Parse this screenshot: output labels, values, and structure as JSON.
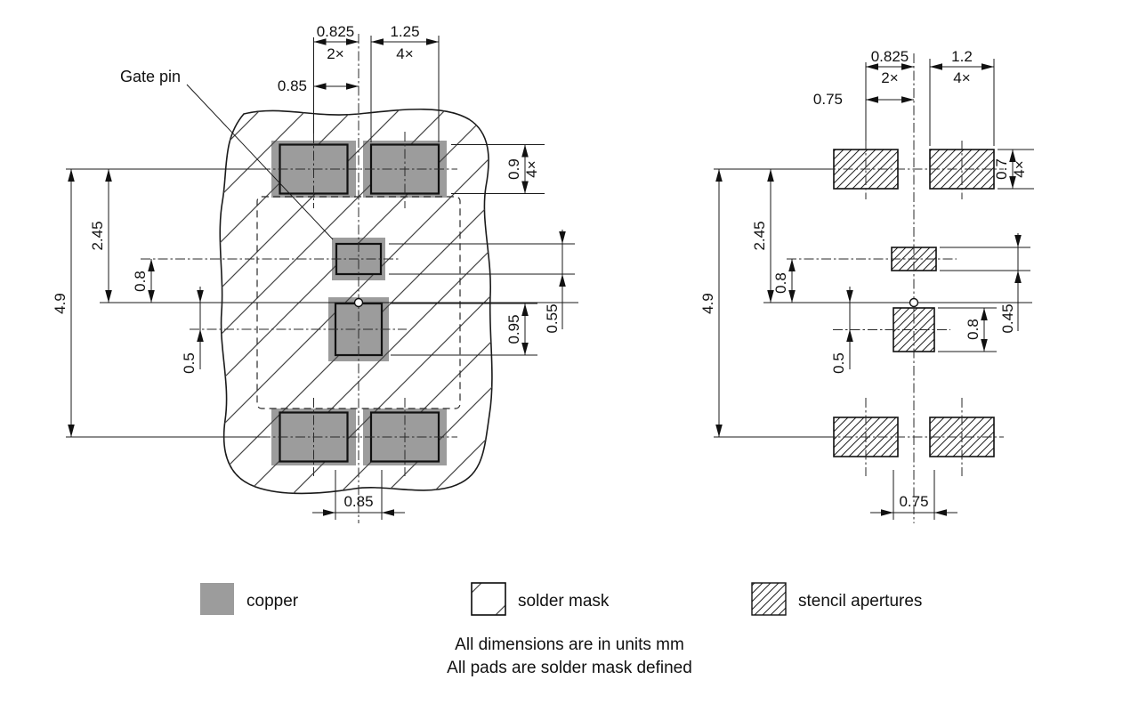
{
  "figure_left": {
    "gate_pin_label": "Gate pin",
    "dims": {
      "small_opening_width": "0.825",
      "small_opening_width_count": "2×",
      "corner_opening_width": "1.25",
      "corner_opening_width_count": "4×",
      "column_offset_top": "0.85",
      "corner_opening_height": "0.9",
      "corner_opening_height_count": "4×",
      "row_to_center": "2.45",
      "gate_to_center": "0.8",
      "overall_height": "4.9",
      "center_opening_height": "0.95",
      "gate_opening_height": "0.55",
      "center_pad_offset": "0.5",
      "center_opening_width": "0.85"
    }
  },
  "figure_right": {
    "dims": {
      "small_aperture_width": "0.825",
      "small_aperture_width_count": "2×",
      "corner_aperture_width": "1.2",
      "corner_aperture_width_count": "4×",
      "column_offset_top": "0.75",
      "corner_aperture_height": "0.7",
      "corner_aperture_height_count": "4×",
      "row_to_center": "2.45",
      "gate_to_center": "0.8",
      "overall_height": "4.9",
      "center_aperture_height": "0.8",
      "gate_aperture_height": "0.45",
      "center_aperture_offset": "0.5",
      "center_aperture_width": "0.75"
    }
  },
  "legend": {
    "copper_label": "copper",
    "solder_mask_label": "solder mask",
    "stencil_label": "stencil apertures"
  },
  "notes": {
    "line1": "All dimensions are in units mm",
    "line2": "All pads are solder mask defined"
  },
  "colors": {
    "copper_fill": "#9c9c9c",
    "line": "#1a1a1a"
  }
}
